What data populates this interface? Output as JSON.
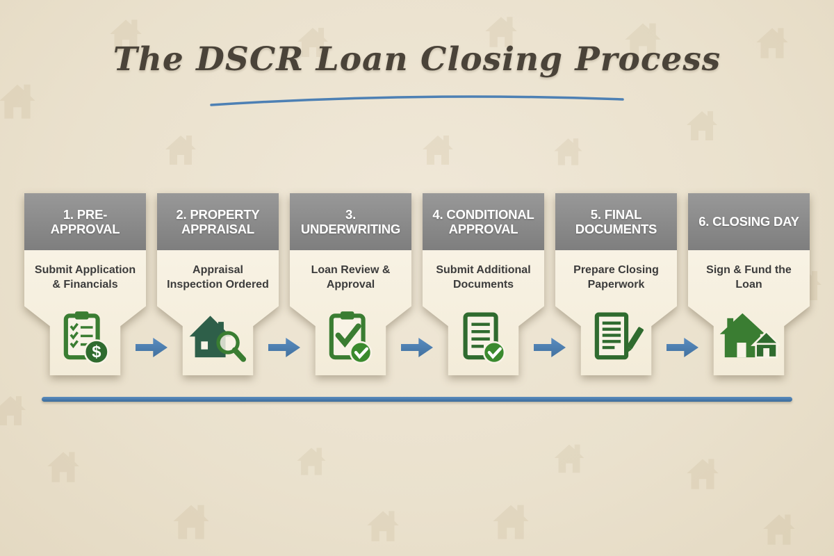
{
  "title": "The DSCR Loan Closing Process",
  "colors": {
    "background": "#eae1cd",
    "header_gray": "#8a8a8a",
    "card_cream": "#f8f2e4",
    "accent_blue": "#4d80b4",
    "icon_green": "#3a7d32",
    "icon_dark_green": "#2f6b2f",
    "title_color": "#4a4339",
    "body_text": "#3c3c3c"
  },
  "steps": [
    {
      "title": "1. PRE-APPROVAL",
      "subtitle": "Submit Application & Financials",
      "icon": "clipboard-dollar-icon"
    },
    {
      "title": "2. PROPERTY APPRAISAL",
      "subtitle": "Appraisal Inspection Ordered",
      "icon": "house-magnifier-icon"
    },
    {
      "title": "3. UNDERWRITING",
      "subtitle": "Loan Review & Approval",
      "icon": "clipboard-check-icon"
    },
    {
      "title": "4. CONDITIONAL APPROVAL",
      "subtitle": "Submit Additional Documents",
      "icon": "document-check-icon"
    },
    {
      "title": "5. FINAL DOCUMENTS",
      "subtitle": "Prepare Closing Paperwork",
      "icon": "document-pen-icon"
    },
    {
      "title": "6. CLOSING DAY",
      "subtitle": "Sign & Fund the Loan",
      "icon": "houses-icon"
    }
  ]
}
